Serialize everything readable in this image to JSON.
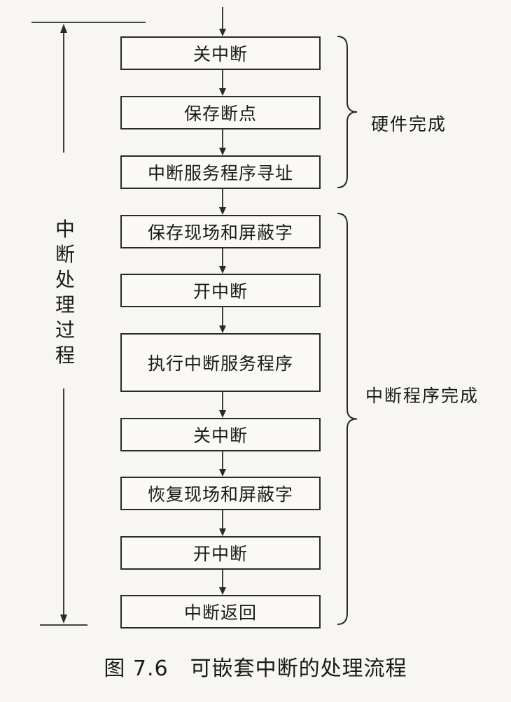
{
  "steps": [
    "关中断",
    "保存断点",
    "中断服务程序寻址",
    "保存现场和屏蔽字",
    "开中断",
    "执行中断服务程序",
    "关中断",
    "恢复现场和屏蔽字",
    "开中断",
    "中断返回"
  ],
  "groups": {
    "hardware": "硬件完成",
    "program": "中断程序完成"
  },
  "side_label": "中断处理过程",
  "caption": "图 7.6　可嵌套中断的处理流程",
  "colors": {
    "line": "#2a2a2a",
    "background": "#f7f6f3"
  }
}
